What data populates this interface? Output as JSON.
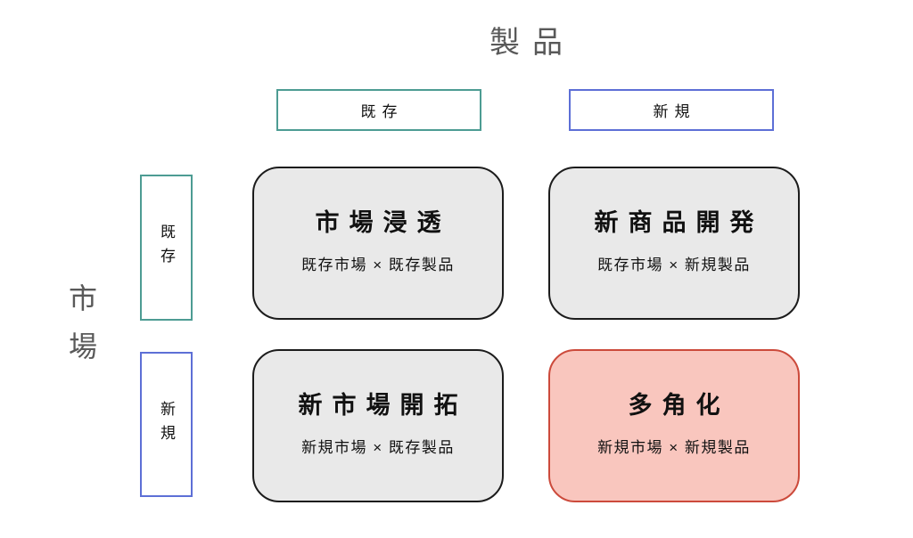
{
  "diagram": {
    "type": "matrix-diagram",
    "title": "製品",
    "side_label": "市場",
    "columns": [
      {
        "label": "既存"
      },
      {
        "label": "新規"
      }
    ],
    "rows": [
      {
        "label": "既存"
      },
      {
        "label": "新規"
      }
    ],
    "cells": [
      {
        "title": "市場浸透",
        "subtitle": "既存市場 × 既存製品"
      },
      {
        "title": "新商品開発",
        "subtitle": "既存市場 × 新規製品"
      },
      {
        "title": "新市場開拓",
        "subtitle": "新規市場 × 既存製品"
      },
      {
        "title": "多角化",
        "subtitle": "新規市場 × 新規製品"
      }
    ],
    "colors": {
      "axis_text": "#595959",
      "existing_border": "#4D9C93",
      "new_border": "#5D6FD6",
      "cell_bg": "#E9E9E9",
      "cell_border": "#1C1C1C",
      "diversification_bg": "#F9C6BE",
      "diversification_border": "#CC4A3B"
    }
  }
}
